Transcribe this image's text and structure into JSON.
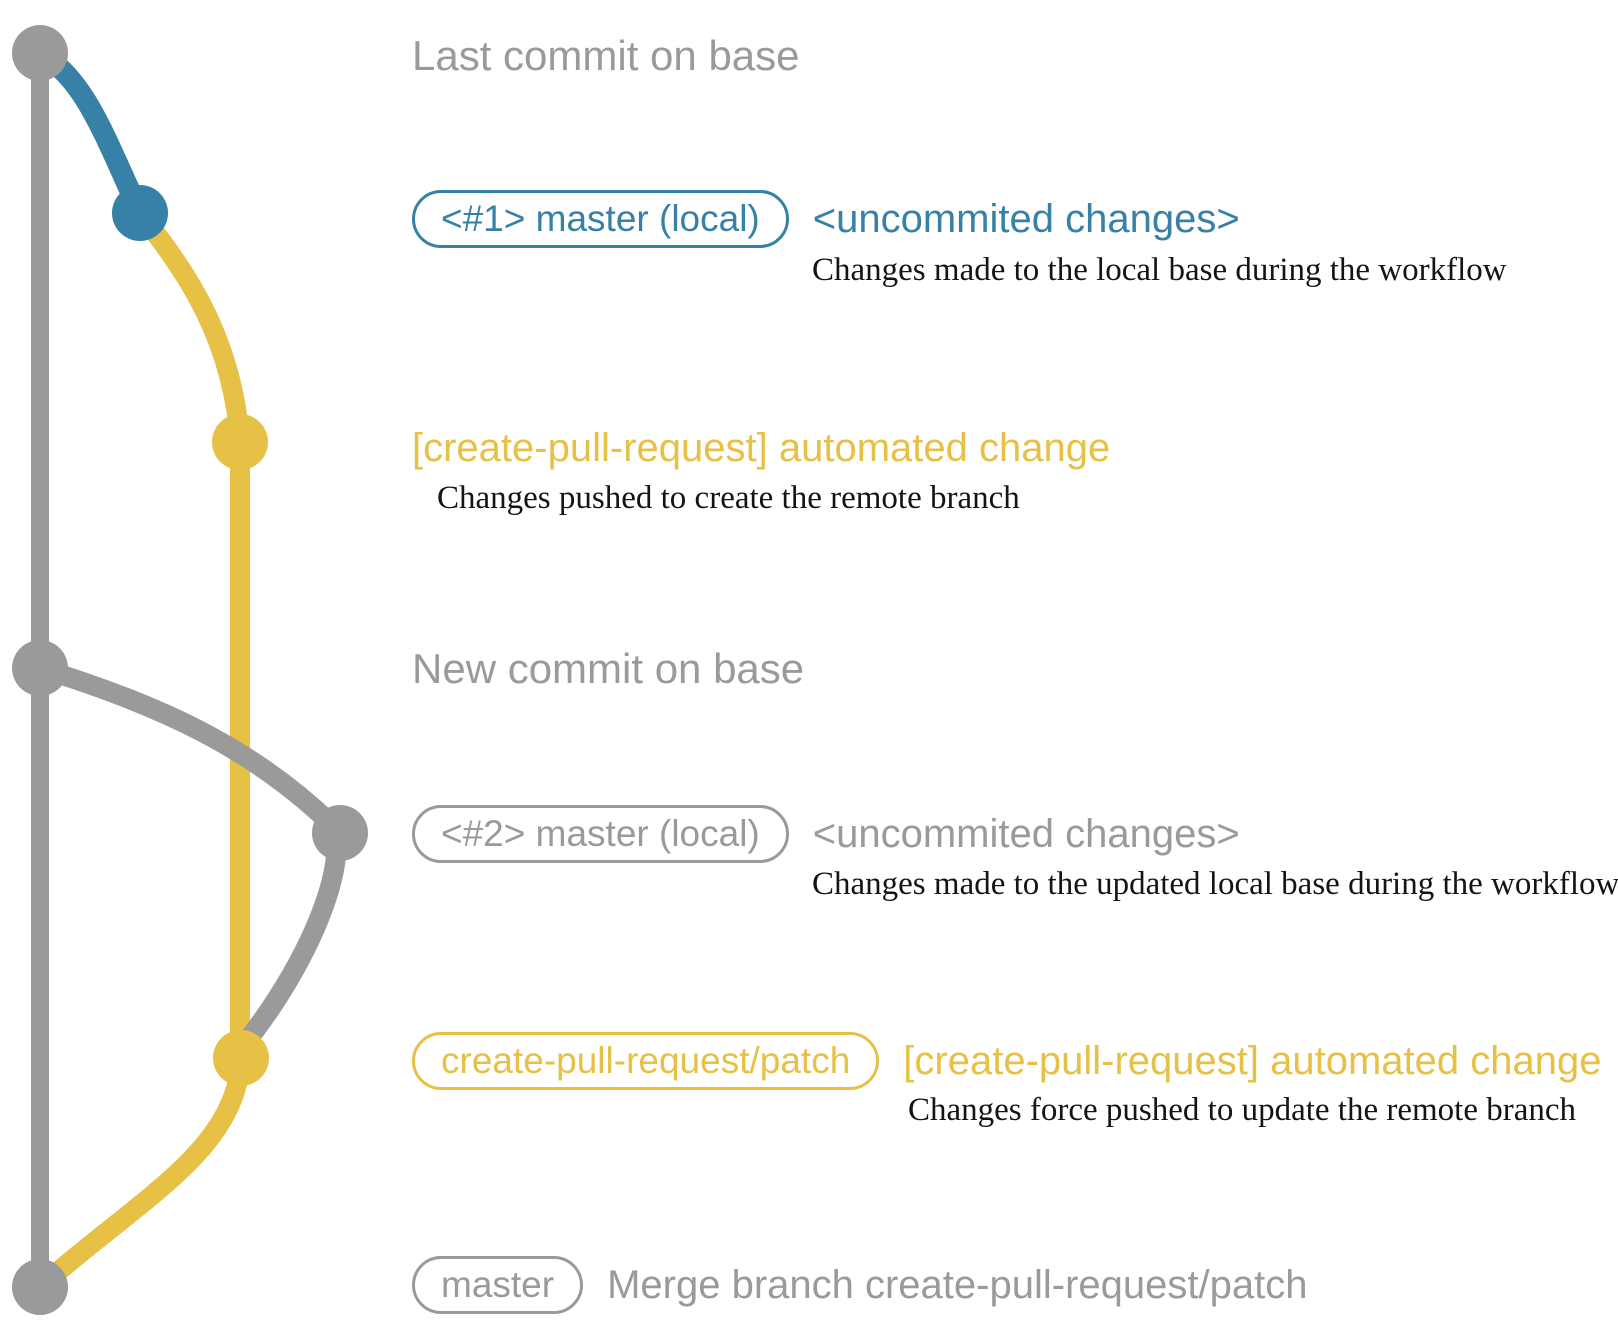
{
  "colors": {
    "gray": "#9a9a9a",
    "blue": "#3780a6",
    "yellow": "#e7c046",
    "ink": "#141414"
  },
  "annotations": {
    "row1": {
      "title": "Last commit on base"
    },
    "row2": {
      "badge": "<#1> master (local)",
      "label": "<uncommited changes>",
      "note": "Changes made to the local base during the workflow"
    },
    "row3": {
      "label": "[create-pull-request] automated change",
      "note": "Changes pushed to create the remote branch"
    },
    "row4": {
      "title": "New commit on base"
    },
    "row5": {
      "badge": "<#2> master (local)",
      "label": "<uncommited changes>",
      "note": "Changes made to the updated local base during the workflow"
    },
    "row6": {
      "badge": "create-pull-request/patch",
      "label": "[create-pull-request] automated change",
      "note": "Changes force pushed to update the remote branch"
    },
    "row7": {
      "badge": "master",
      "label": "Merge branch create-pull-request/patch"
    }
  },
  "graph": {
    "commits": [
      {
        "id": "last-commit-on-base",
        "color": "gray"
      },
      {
        "id": "uncommited-changes-1",
        "color": "blue"
      },
      {
        "id": "automated-change-1",
        "color": "yellow"
      },
      {
        "id": "new-commit-on-base",
        "color": "gray"
      },
      {
        "id": "uncommited-changes-2",
        "color": "gray"
      },
      {
        "id": "automated-change-2",
        "color": "yellow"
      },
      {
        "id": "merge-commit",
        "color": "gray"
      }
    ]
  }
}
